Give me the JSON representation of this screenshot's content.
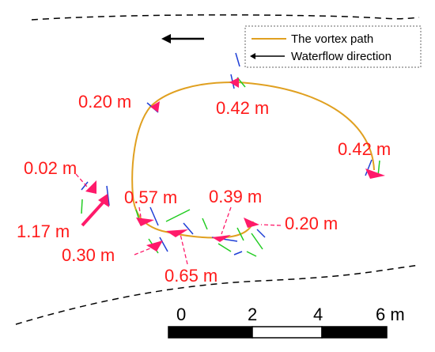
{
  "legend": {
    "vortex_path": "The vortex path",
    "waterflow": "Waterflow direction"
  },
  "labels": {
    "l_020_top": "0.20 m",
    "l_042_top": "0.42 m",
    "l_042_right": "0.42 m",
    "l_002": "0.02 m",
    "l_117": "1.17 m",
    "l_057": "0.57 m",
    "l_039": "0.39 m",
    "l_020_right": "0.20 m",
    "l_030": "0.30 m",
    "l_065": "0.65 m"
  },
  "scale": {
    "t0": "0",
    "t2": "2",
    "t4": "4",
    "t6": "6 m"
  },
  "colors": {
    "path": "#e0a020",
    "label": "#ff1a1a",
    "arrow": "#ff1a6a",
    "blue": "#1f3fd6",
    "green": "#22cc22"
  }
}
